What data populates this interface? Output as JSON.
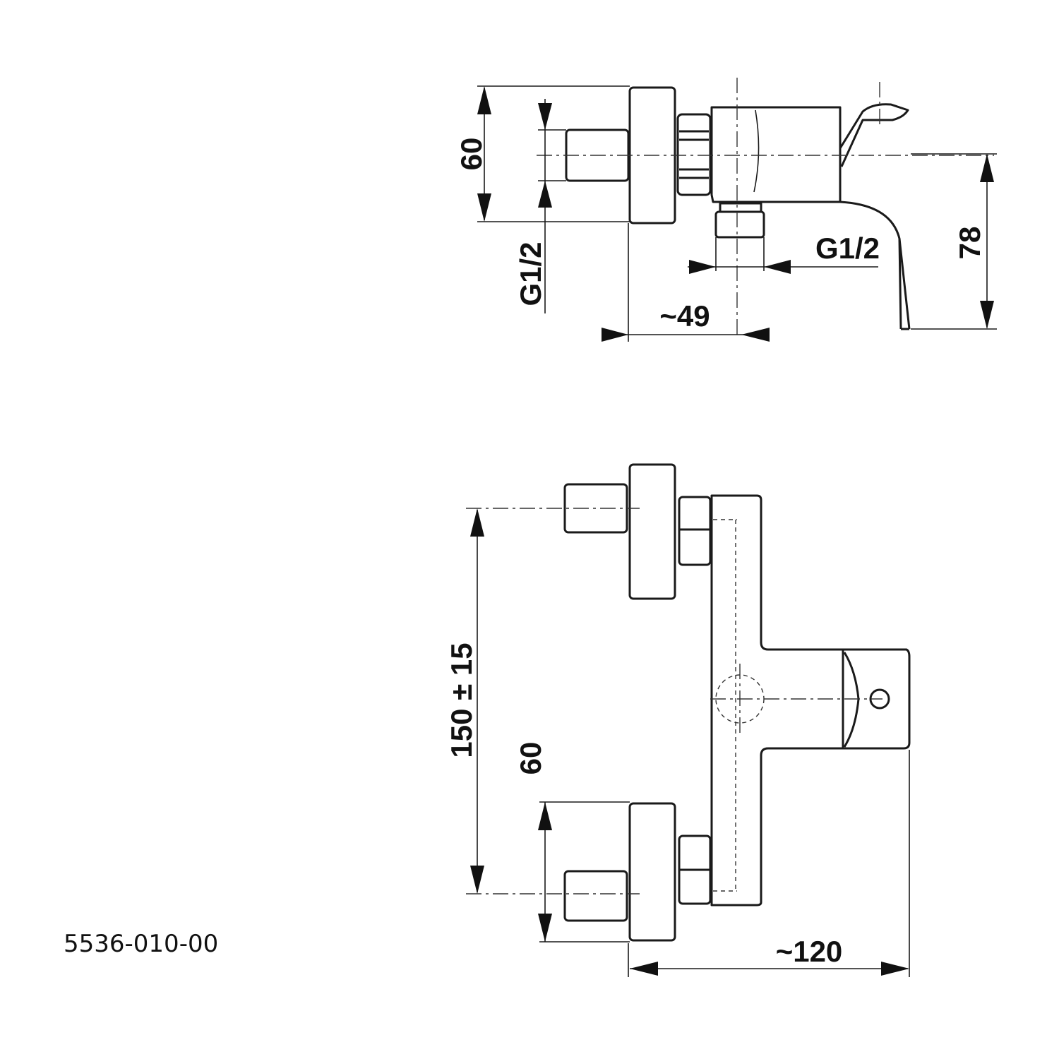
{
  "drawing": {
    "product_code": "5536-010-00",
    "side_view": {
      "dim_flange_height": "60",
      "dim_inlet_thread": "G1/2",
      "dim_outlet_thread": "G1/2",
      "dim_depth": "~49",
      "dim_lever_height": "78"
    },
    "front_view": {
      "dim_inlet_spacing": "150 ± 15",
      "dim_flange_height": "60",
      "dim_total_width": "~120"
    }
  }
}
